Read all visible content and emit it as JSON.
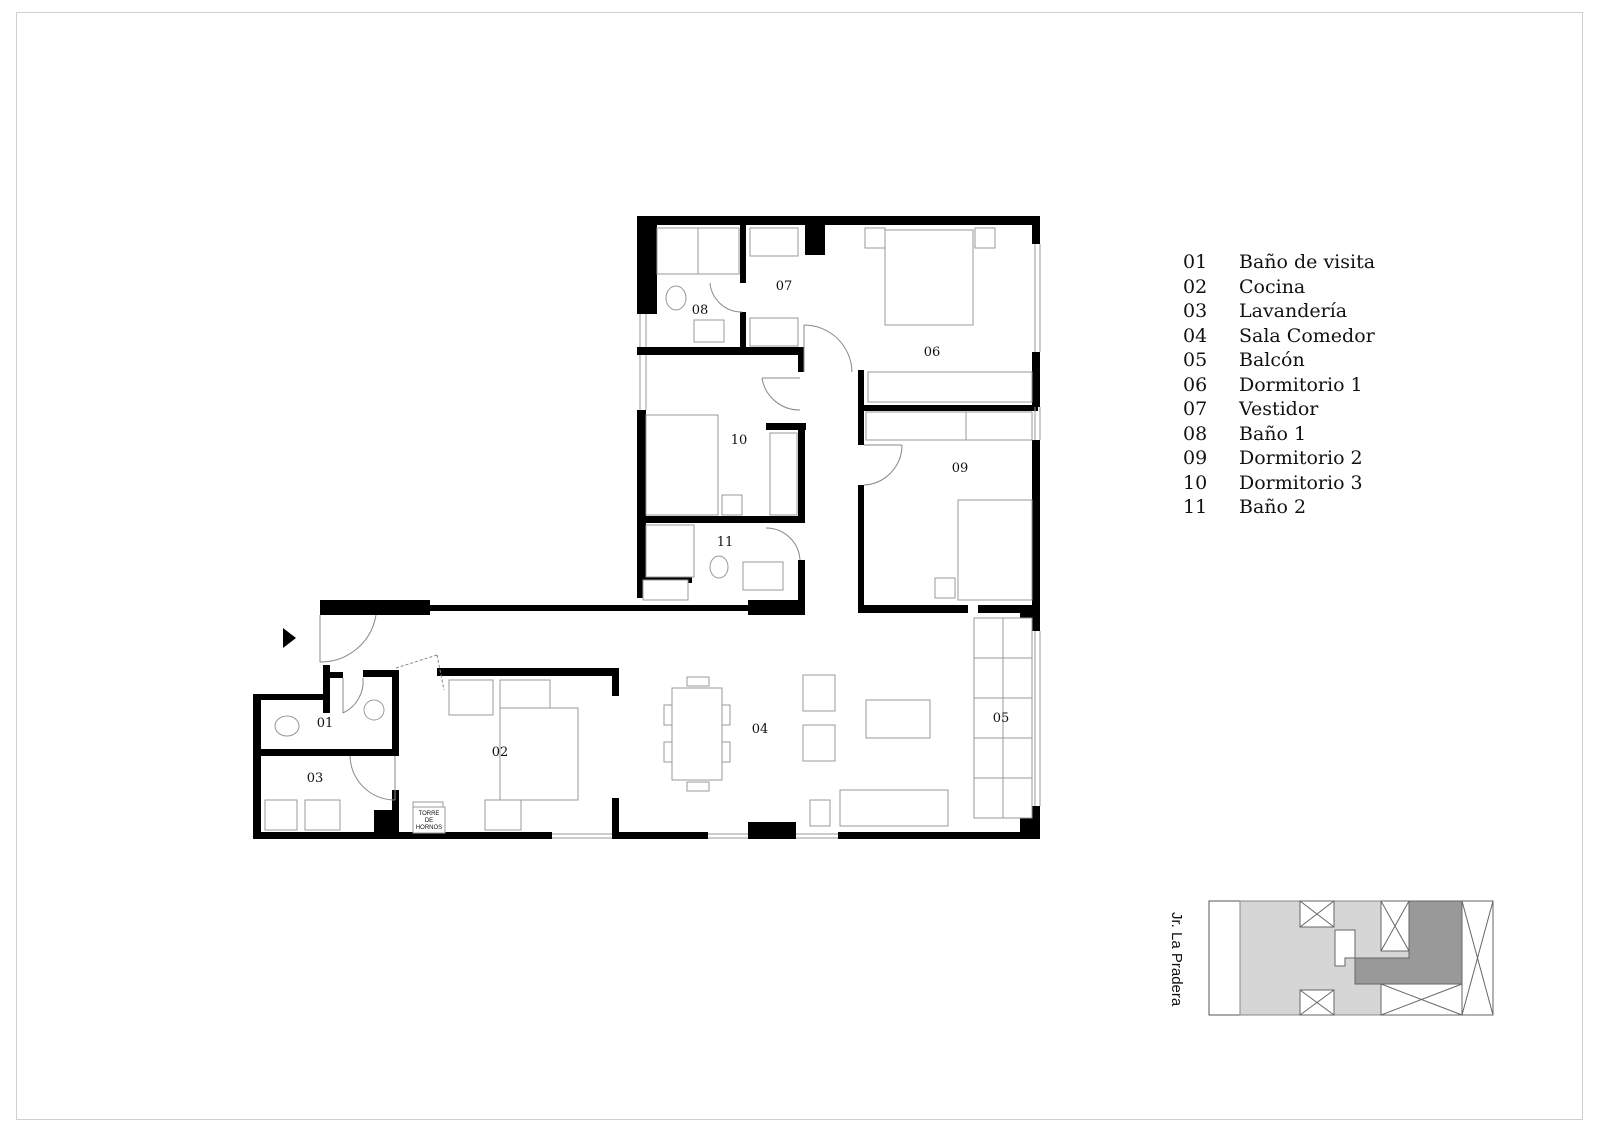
{
  "rooms": [
    {
      "num": "01",
      "name": "Baño de visita"
    },
    {
      "num": "02",
      "name": "Cocina"
    },
    {
      "num": "03",
      "name": "Lavandería"
    },
    {
      "num": "04",
      "name": "Sala Comedor"
    },
    {
      "num": "05",
      "name": "Balcón"
    },
    {
      "num": "06",
      "name": "Dormitorio 1"
    },
    {
      "num": "07",
      "name": "Vestidor"
    },
    {
      "num": "08",
      "name": "Baño 1"
    },
    {
      "num": "09",
      "name": "Dormitorio 2"
    },
    {
      "num": "10",
      "name": "Dormitorio 3"
    },
    {
      "num": "11",
      "name": "Baño 2"
    }
  ],
  "oven": {
    "line1": "TORRE",
    "line2": "DE",
    "line3": "HORNOS"
  },
  "street_name": "Jr. La Pradera",
  "colors": {
    "wall": "#000000",
    "fixture": "#9a9a9a",
    "site_light": "#d6d6d6",
    "site_dark": "#999999"
  }
}
